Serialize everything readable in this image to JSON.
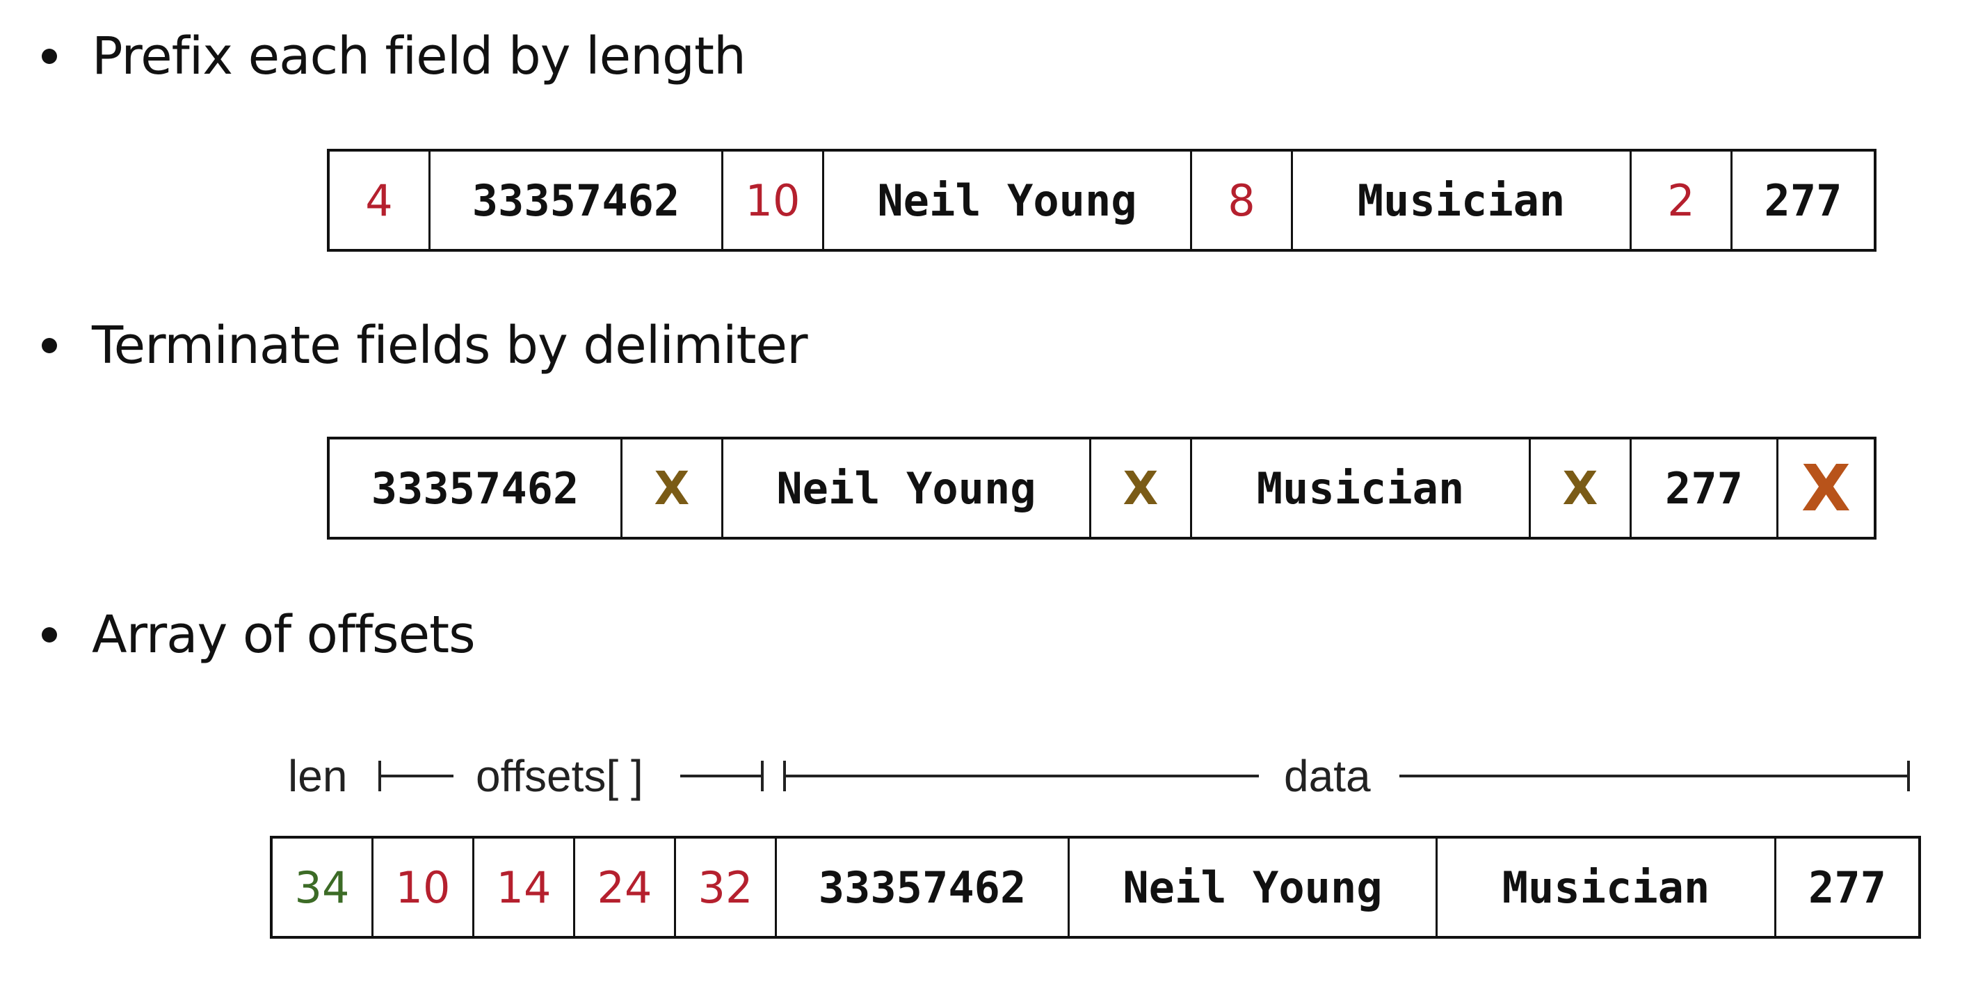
{
  "sections": {
    "prefix": {
      "bullet": "Prefix each field by length",
      "cells": [
        "4",
        "33357462",
        "10",
        "Neil Young",
        "8",
        "Musician",
        "2",
        "277"
      ]
    },
    "delimiter": {
      "bullet": "Terminate fields by delimiter",
      "cells": [
        "33357462",
        "X",
        "Neil Young",
        "X",
        "Musician",
        "X",
        "277",
        "X"
      ]
    },
    "offsets": {
      "bullet": "Array of offsets",
      "labels": {
        "len": "len",
        "offsets": "offsets[ ]",
        "data": "data"
      },
      "cells": [
        "34",
        "10",
        "14",
        "24",
        "32",
        "33357462",
        "Neil Young",
        "Musician",
        "277"
      ]
    }
  },
  "colors": {
    "length_prefix": "#b5202e",
    "delimiter": "#7a5b16",
    "record_end": "#b8531a",
    "total_length": "#3c6b26"
  }
}
